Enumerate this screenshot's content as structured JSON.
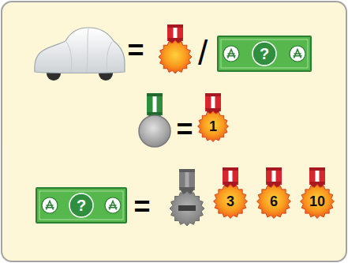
{
  "diagram": {
    "nodes": [
      {
        "text": [
          "?"
        ]
      },
      {
        "text": [
          "1"
        ]
      },
      {
        "text": [
          "?"
        ]
      },
      {
        "text": [
          "3"
        ]
      },
      {
        "text": [
          "6"
        ]
      },
      {
        "text": [
          "10"
        ]
      }
    ],
    "labels": [
      "=",
      "/",
      "=",
      "="
    ]
  }
}
